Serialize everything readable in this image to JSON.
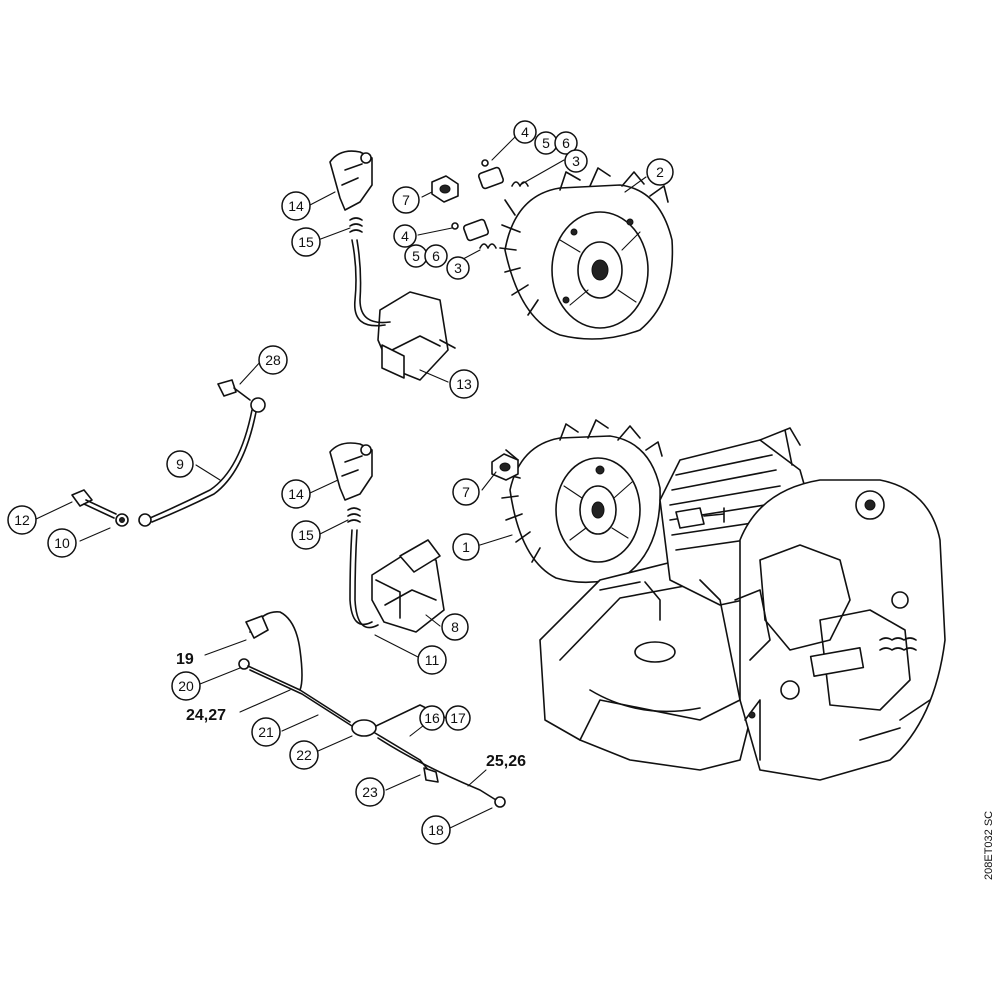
{
  "drawing_ref": "208ET032 SC",
  "callouts": {
    "c2": "2",
    "c3a": "3",
    "c3b": "3",
    "c4a": "4",
    "c4b": "4",
    "c56a": "5",
    "c6a": "6",
    "c56b": "5",
    "c6b": "6",
    "c7a": "7",
    "c7b": "7",
    "c14a": "14",
    "c14b": "14",
    "c15a": "15",
    "c15b": "15",
    "c13": "13",
    "c28": "28",
    "c9": "9",
    "c12": "12",
    "c10": "10",
    "c1": "1",
    "c8": "8",
    "c11": "11",
    "c20": "20",
    "c21": "21",
    "c22": "22",
    "c16": "16",
    "c17": "17",
    "c23": "23",
    "c18": "18"
  },
  "labels": {
    "l19": "19",
    "l2427": "24,27",
    "l2526": "25,26"
  }
}
